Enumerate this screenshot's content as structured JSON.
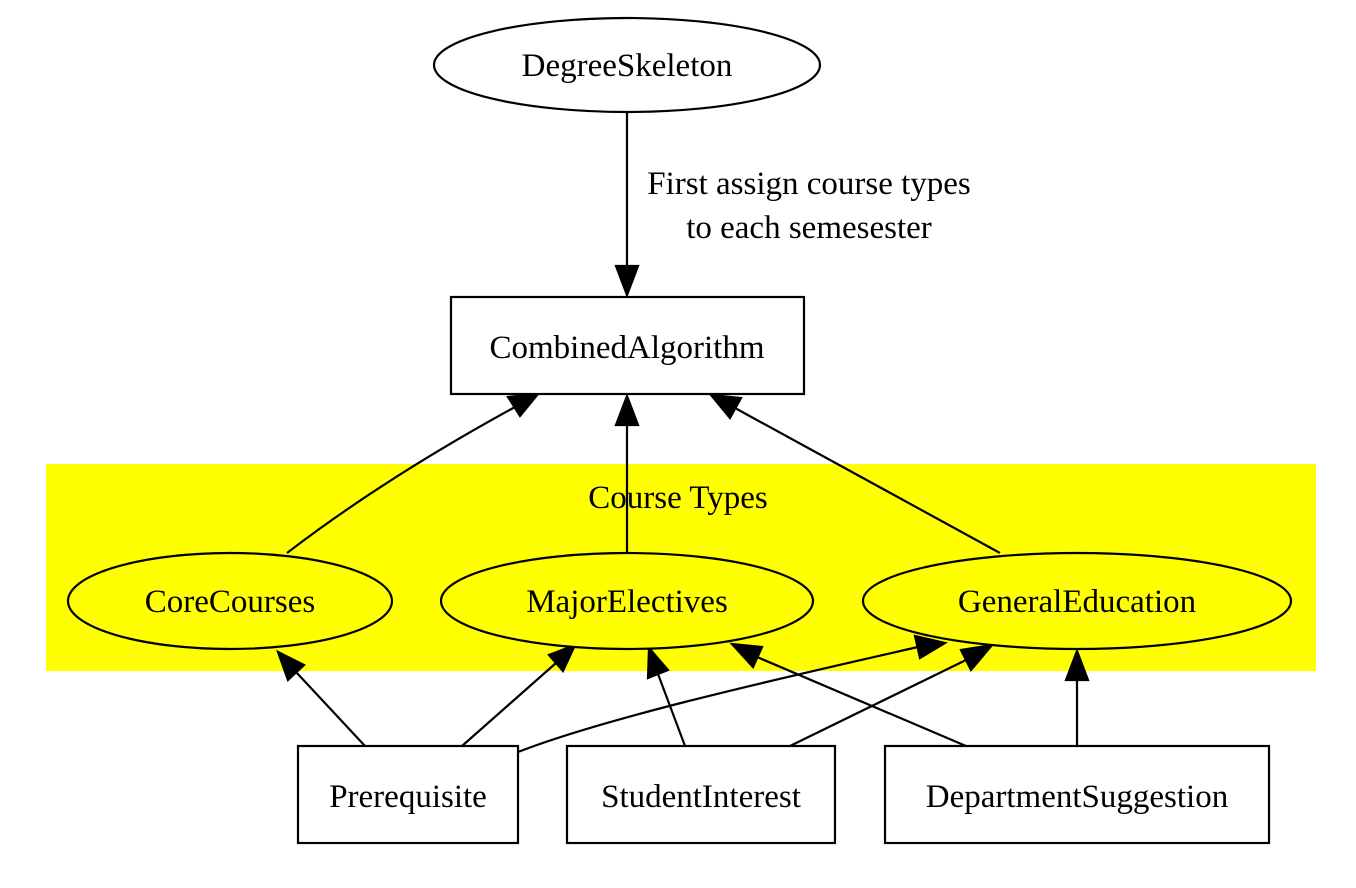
{
  "graph": {
    "cluster": {
      "label": "Course Types",
      "fill_color": "#ffff00"
    },
    "nodes": {
      "degree_skeleton": "DegreeSkeleton",
      "combined_algorithm": "CombinedAlgorithm",
      "core_courses": "CoreCourses",
      "major_electives": "MajorElectives",
      "general_education": "GeneralEducation",
      "prerequisite": "Prerequisite",
      "student_interest": "StudentInterest",
      "department_suggestion": "DepartmentSuggestion"
    },
    "edge_label": {
      "line1": "First assign course types",
      "line2": "to each semesester"
    },
    "edges": [
      {
        "from": "DegreeSkeleton",
        "to": "CombinedAlgorithm",
        "has_label": true
      },
      {
        "from": "CoreCourses",
        "to": "CombinedAlgorithm"
      },
      {
        "from": "MajorElectives",
        "to": "CombinedAlgorithm"
      },
      {
        "from": "GeneralEducation",
        "to": "CombinedAlgorithm"
      },
      {
        "from": "Prerequisite",
        "to": "CoreCourses"
      },
      {
        "from": "Prerequisite",
        "to": "MajorElectives"
      },
      {
        "from": "Prerequisite",
        "to": "GeneralEducation"
      },
      {
        "from": "StudentInterest",
        "to": "MajorElectives"
      },
      {
        "from": "StudentInterest",
        "to": "GeneralEducation"
      },
      {
        "from": "DepartmentSuggestion",
        "to": "MajorElectives"
      },
      {
        "from": "DepartmentSuggestion",
        "to": "GeneralEducation"
      }
    ],
    "colors": {
      "stroke": "#000000",
      "node_fill_default": "#ffffff",
      "node_fill_cluster": "#ffff00"
    }
  }
}
